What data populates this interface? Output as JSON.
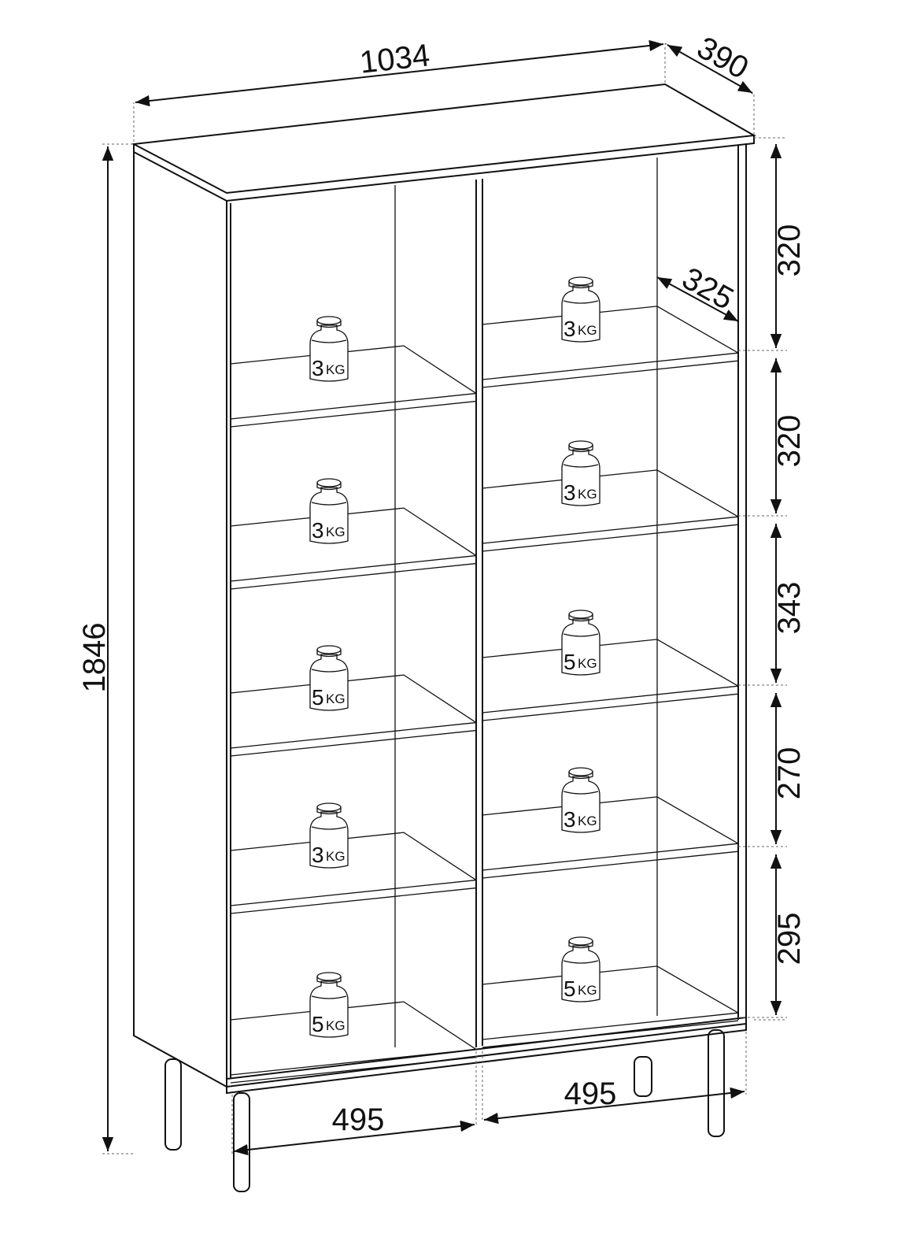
{
  "dimensions": {
    "width": "1034",
    "depth": "390",
    "height": "1846",
    "shelf_depth": "325",
    "compartment_heights": [
      "320",
      "320",
      "343",
      "270",
      "295"
    ],
    "left_width": "495",
    "right_width": "495"
  },
  "weights": {
    "left": [
      {
        "num": "3",
        "unit": "KG"
      },
      {
        "num": "3",
        "unit": "KG"
      },
      {
        "num": "5",
        "unit": "KG"
      },
      {
        "num": "3",
        "unit": "KG"
      },
      {
        "num": "5",
        "unit": "KG"
      }
    ],
    "right": [
      {
        "num": "3",
        "unit": "KG"
      },
      {
        "num": "3",
        "unit": "KG"
      },
      {
        "num": "5",
        "unit": "KG"
      },
      {
        "num": "3",
        "unit": "KG"
      },
      {
        "num": "5",
        "unit": "KG"
      }
    ]
  }
}
